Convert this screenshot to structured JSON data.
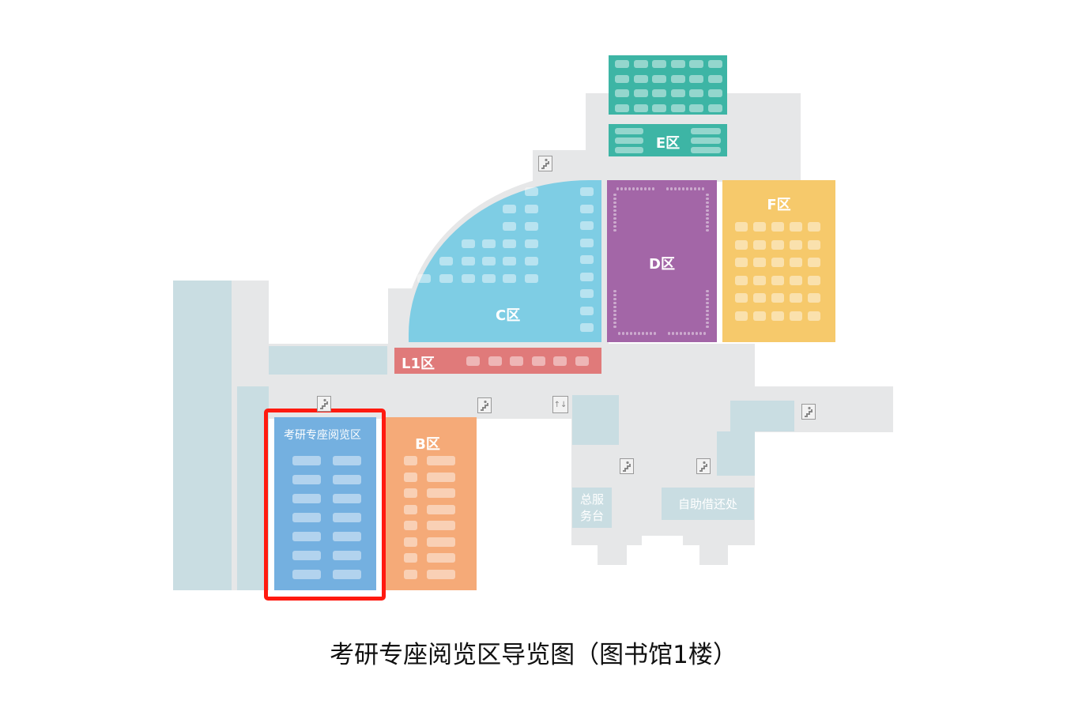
{
  "title": "考研专座阅览区导览图（图书馆1楼）",
  "zones": {
    "e": {
      "label": "E区",
      "color": "#3db5a5"
    },
    "c": {
      "label": "C区",
      "color": "#7ecde4"
    },
    "d": {
      "label": "D区",
      "color": "#a366a7"
    },
    "f": {
      "label": "F区",
      "color": "#f6c96b"
    },
    "l1": {
      "label": "L1区",
      "color": "#e07a7a"
    },
    "b": {
      "label": "B区",
      "color": "#f5aa78"
    },
    "kaoyan": {
      "label": "考研专座阅览区",
      "color": "#74b0e0",
      "highlight": "#ff1a10"
    }
  },
  "facilities": {
    "service_desk": "总服务台",
    "self_checkout": "自助借还处"
  },
  "icons": {
    "stairs": "stairs-icon",
    "elevator": "elevator-icon",
    "elevator_glyph": "↑↓"
  }
}
